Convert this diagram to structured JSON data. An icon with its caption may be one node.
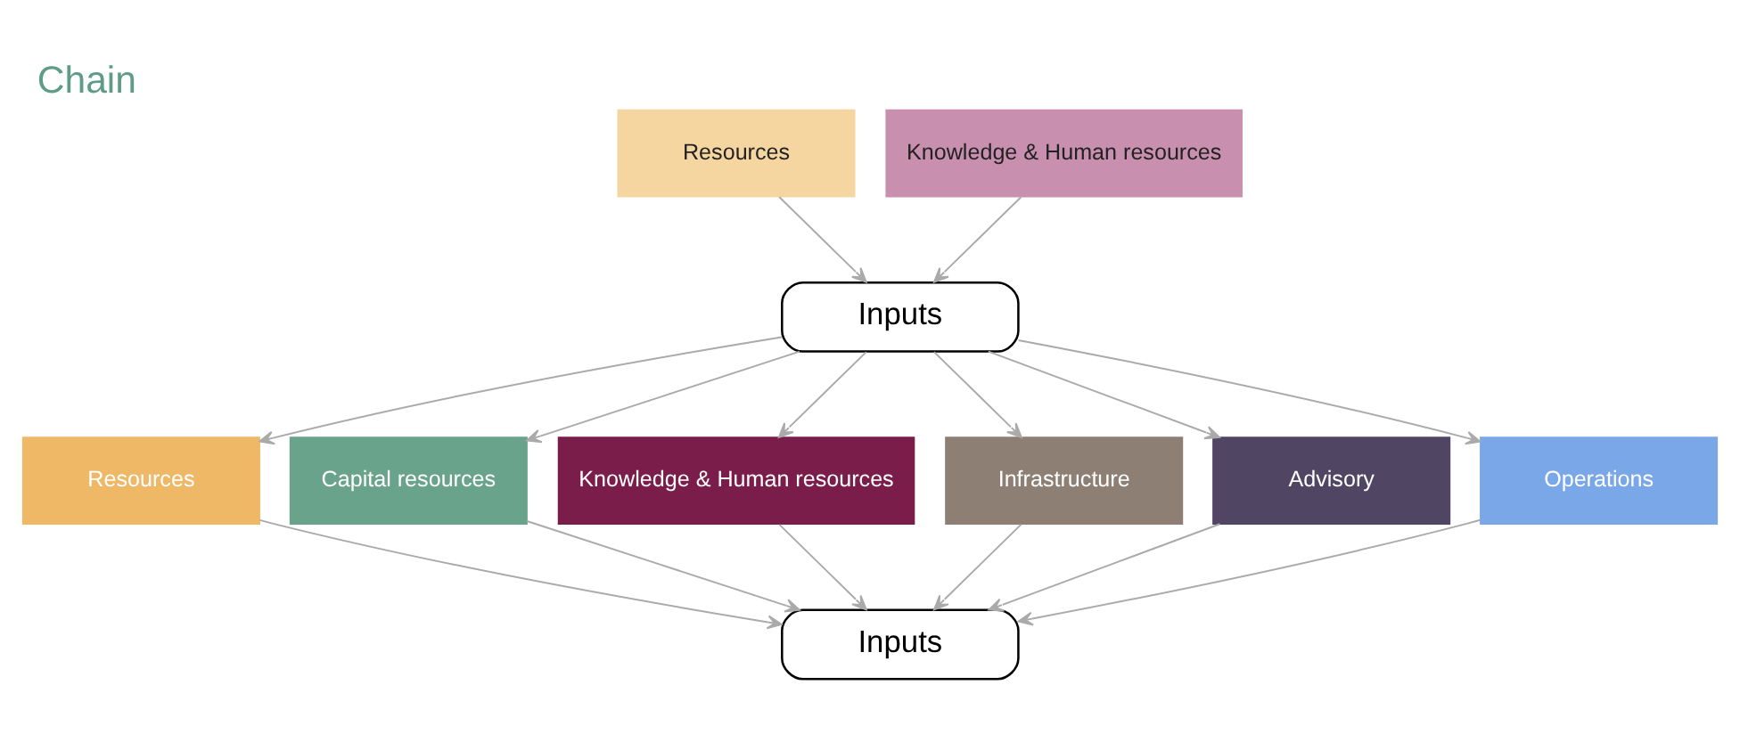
{
  "diagram": {
    "title": "Chain",
    "nodes": [
      {
        "text": [
          "Resources"
        ]
      },
      {
        "text": [
          "Knowledge & Human resources"
        ]
      },
      {
        "text": [
          "Inputs"
        ]
      },
      {
        "text": [
          "Resources"
        ]
      },
      {
        "text": [
          "Capital resources"
        ]
      },
      {
        "text": [
          "Knowledge & Human resources"
        ]
      },
      {
        "text": [
          "Infrastructure"
        ]
      },
      {
        "text": [
          "Advisory"
        ]
      },
      {
        "text": [
          "Operations"
        ]
      },
      {
        "text": [
          "Inputs"
        ]
      }
    ],
    "edges": [
      {
        "from": 0,
        "to": 2,
        "arrow": "to"
      },
      {
        "from": 1,
        "to": 2,
        "arrow": "to"
      },
      {
        "from": 2,
        "to": 3,
        "arrow": "to"
      },
      {
        "from": 2,
        "to": 4,
        "arrow": "to"
      },
      {
        "from": 2,
        "to": 5,
        "arrow": "to"
      },
      {
        "from": 2,
        "to": 6,
        "arrow": "to"
      },
      {
        "from": 2,
        "to": 7,
        "arrow": "to"
      },
      {
        "from": 2,
        "to": 8,
        "arrow": "to"
      },
      {
        "from": 3,
        "to": 9,
        "arrow": "to"
      },
      {
        "from": 4,
        "to": 9,
        "arrow": "to"
      },
      {
        "from": 5,
        "to": 9,
        "arrow": "to"
      },
      {
        "from": 6,
        "to": 9,
        "arrow": "to"
      },
      {
        "from": 7,
        "to": 9,
        "arrow": "to"
      },
      {
        "from": 8,
        "to": 9,
        "arrow": "to"
      }
    ]
  }
}
